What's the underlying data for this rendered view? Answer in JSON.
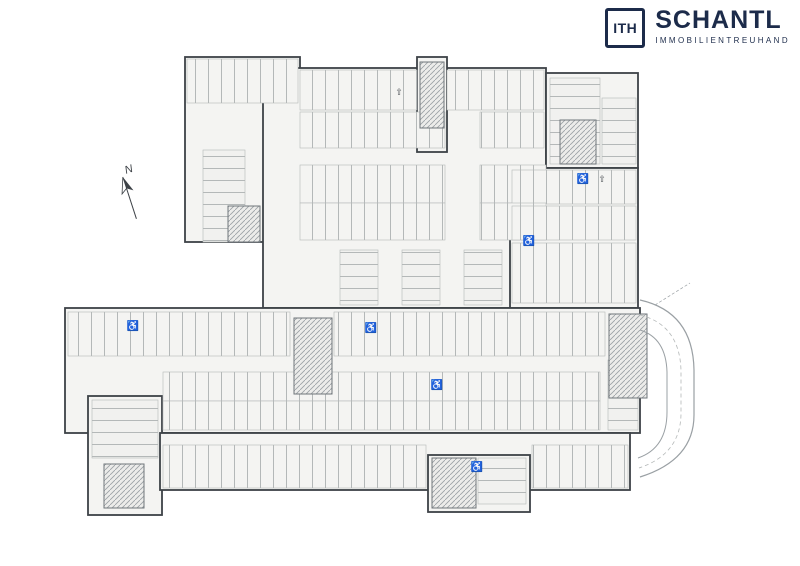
{
  "logo": {
    "mark": "ITH",
    "name": "SCHANTL",
    "subtitle": "IMMOBILIENTREUHAND"
  },
  "compass": {
    "label": "N"
  },
  "icons": {
    "wheelchair": "♿",
    "arrow_up": "⇧"
  },
  "colors": {
    "brand_navy": "#1c2b4a",
    "wall": "#3d4247",
    "stall_line": "#b4b8b8",
    "floor_fill": "#f4f4f2",
    "hatch": "#9aa0a4"
  }
}
